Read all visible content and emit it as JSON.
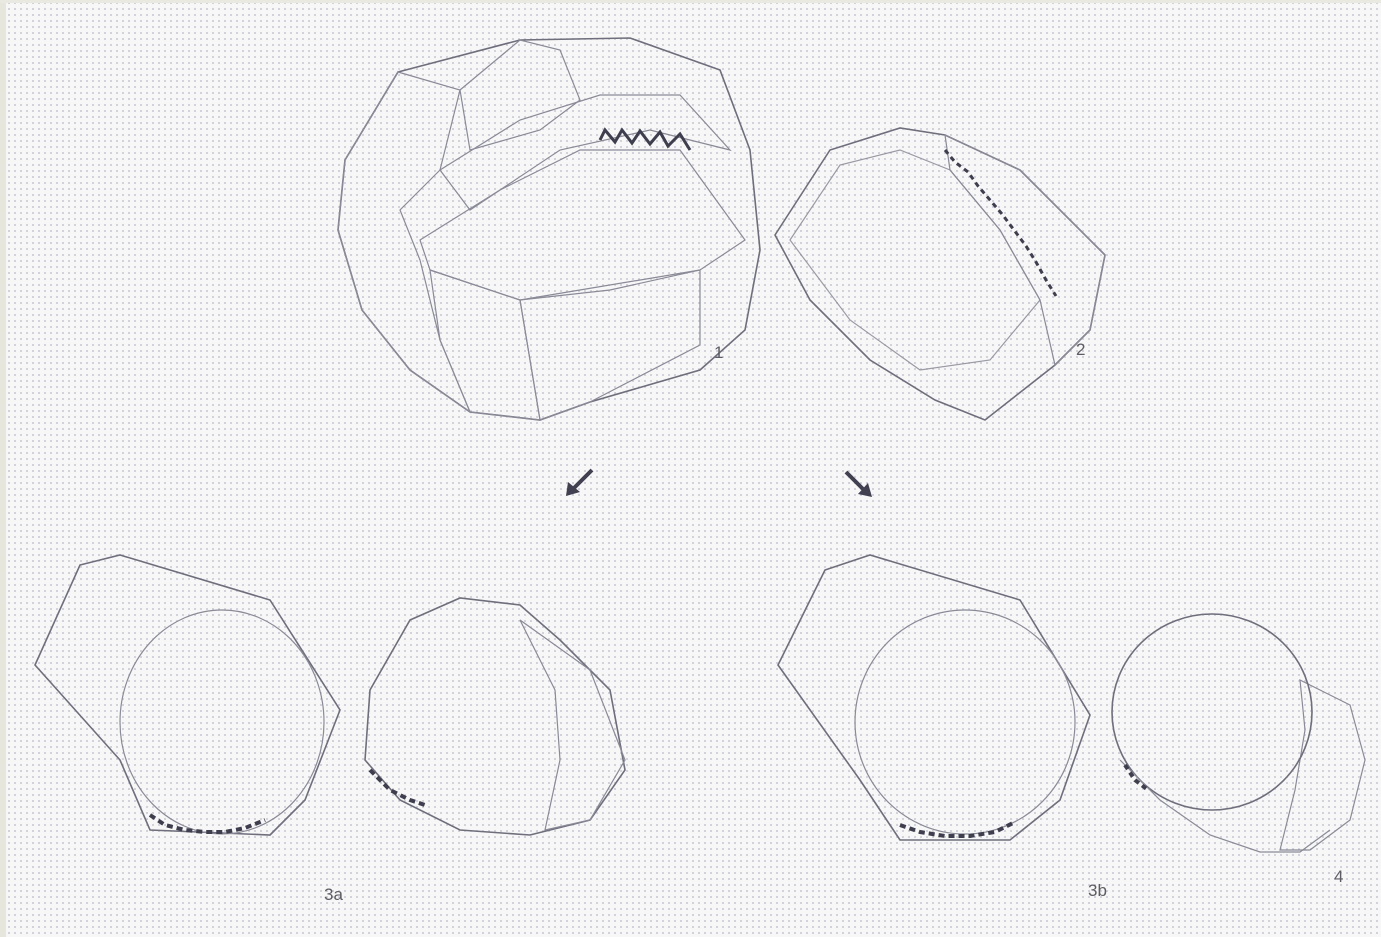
{
  "figure": {
    "labels": {
      "fig1": "1",
      "fig2": "2",
      "fig3a": "3a",
      "fig3b": "3b",
      "fig4": "4"
    },
    "colors": {
      "background": "#f7f7f7",
      "dots": "#c9c9d2",
      "outline": "#6e6e7c",
      "shade_dark": "#4a4a5a",
      "shade_mid": "#9494a8",
      "shade_light": "#e4e4ee"
    }
  }
}
